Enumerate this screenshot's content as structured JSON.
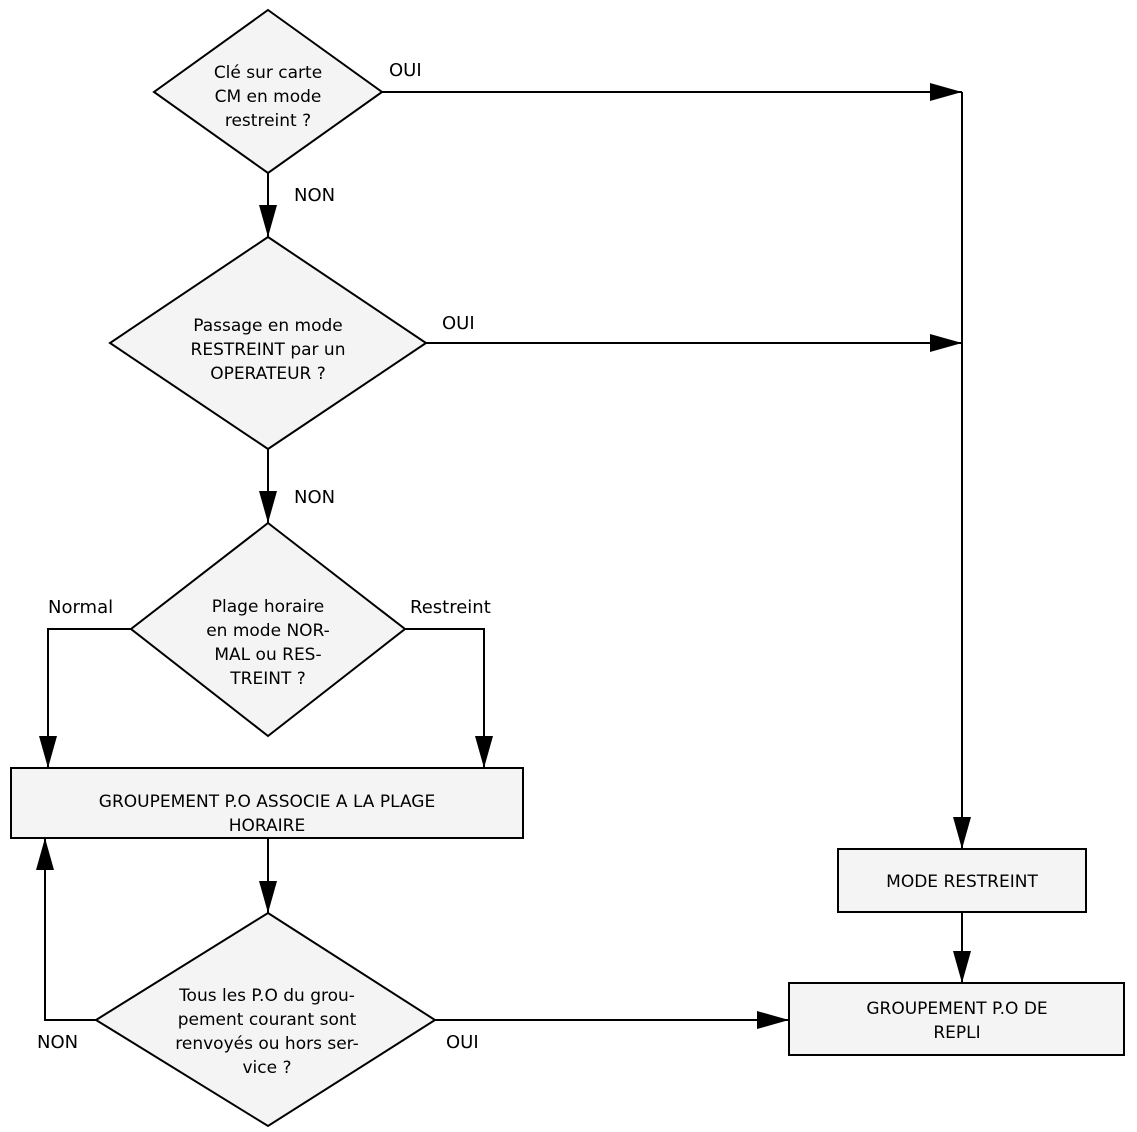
{
  "decisions": {
    "d1": {
      "lines": [
        "Clé sur carte",
        "CM en mode",
        "restreint ?"
      ]
    },
    "d2": {
      "lines": [
        "Passage en mode",
        "RESTREINT par un",
        "OPERATEUR ?"
      ]
    },
    "d3": {
      "lines": [
        "Plage horaire",
        "en mode NOR-",
        "MAL ou RES-",
        "TREINT ?"
      ]
    },
    "d4": {
      "lines": [
        "Tous les P.O du grou-",
        "pement courant sont",
        "renvoyés ou hors ser-",
        "vice ?"
      ]
    }
  },
  "processes": {
    "groupement_plage": {
      "lines": [
        "GROUPEMENT P.O ASSOCIE A LA PLAGE",
        "HORAIRE"
      ]
    },
    "mode_restreint": {
      "lines": [
        "MODE RESTREINT"
      ]
    },
    "groupement_repli": {
      "lines": [
        "GROUPEMENT P.O DE",
        "REPLI"
      ]
    }
  },
  "labels": {
    "d1_yes": "OUI",
    "d1_no": "NON",
    "d2_yes": "OUI",
    "d2_no": "NON",
    "d3_left": "Normal",
    "d3_right": "Restreint",
    "d4_no": "NON",
    "d4_yes": "OUI"
  }
}
